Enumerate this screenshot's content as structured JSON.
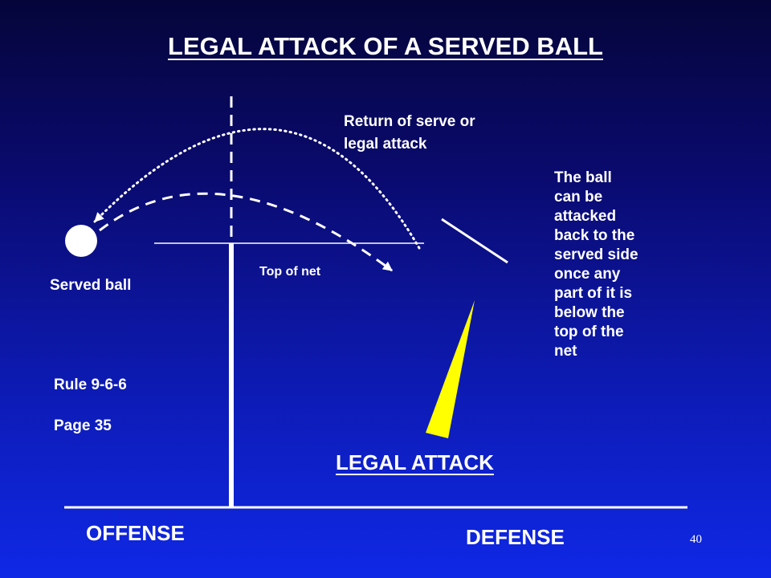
{
  "title": "LEGAL ATTACK OF A SERVED BALL",
  "labels": {
    "return_of_serve": [
      "Return of serve or",
      "legal attack"
    ],
    "explanation": [
      "The ball",
      "can be",
      "attacked",
      "back to the",
      "served side",
      "once any",
      "part of it is",
      "below the",
      "top of the",
      "net"
    ],
    "served_ball": "Served ball",
    "top_of_net": "Top of net",
    "rule": "Rule 9-6-6",
    "page": "Page  35",
    "legal_attack": "LEGAL ATTACK",
    "offense": "OFFENSE",
    "defense": "DEFENSE",
    "slide_number": "40"
  },
  "colors": {
    "background_top": "#05053a",
    "background_bottom": "#0f28e6",
    "text": "#ffffff",
    "wedge": "#ffff00"
  }
}
